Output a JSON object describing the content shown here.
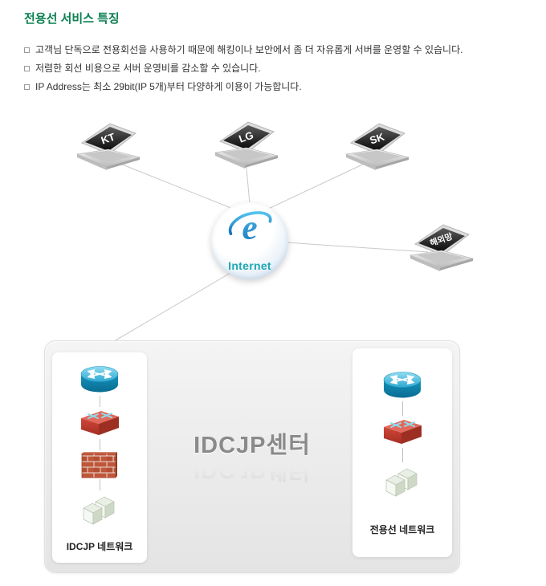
{
  "header": {
    "title": "전용선 서비스 특징",
    "bullets": [
      "고객님 단독으로 전용회선을 사용하기 때문에 해킹이나 보안에서 좀 더 자유롭게 서버를 운영할 수 있습니다.",
      "저렴한 회선 비용으로 서버 운영비를 감소할 수 있습니다.",
      "IP Address는 최소 29bit(IP 5개)부터 다양하게 이용이 가능합니다."
    ]
  },
  "diagram": {
    "clients": [
      {
        "id": "kt",
        "label": "KT",
        "icon": "laptop-icon"
      },
      {
        "id": "lg",
        "label": "LG",
        "icon": "laptop-icon"
      },
      {
        "id": "sk",
        "label": "SK",
        "icon": "laptop-icon"
      },
      {
        "id": "overseas",
        "label": "해외망",
        "icon": "laptop-icon"
      }
    ],
    "internet": {
      "label": "Internet",
      "icon": "internet-explorer-e-logo"
    },
    "datacenter": {
      "title": "IDCJP센터",
      "left_network": {
        "label": "IDCJP 네트워크",
        "icons": [
          "router-icon",
          "switch-icon",
          "firewall-icon",
          "server-icon"
        ]
      },
      "right_network": {
        "label": "전용선 네트워크",
        "icons": [
          "router-icon",
          "switch-icon",
          "server-icon"
        ]
      }
    }
  },
  "colors": {
    "title_green": "#0d8052",
    "internet_label_teal": "#1ea7b2",
    "router_cyan": "#2fa9d2",
    "switch_red": "#c23b2e",
    "line_gray": "#c9c9c9"
  }
}
